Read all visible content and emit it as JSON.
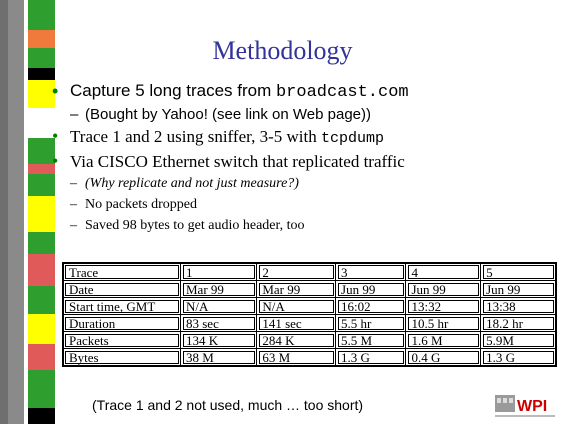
{
  "slide": {
    "title": "Methodology",
    "bullets": {
      "capture_prefix": "Capture 5 long traces from ",
      "capture_site": "broadcast.com",
      "capture_sub": "(Bought by Yahoo! (see link on Web page))",
      "trace_tools_prefix": "Trace 1 and 2 using sniffer, 3-5 with ",
      "trace_tools_tool": "tcpdump",
      "switch": "Via CISCO Ethernet switch that replicated traffic",
      "switch_subs": [
        "(Why replicate and not just measure?)",
        "No packets dropped",
        "Saved 98 bytes to get audio header, too"
      ]
    },
    "table": {
      "rows": [
        [
          "Trace",
          "1",
          "2",
          "3",
          "4",
          "5"
        ],
        [
          "Date",
          "Mar 99",
          "Mar 99",
          "Jun 99",
          "Jun 99",
          "Jun  99"
        ],
        [
          "Start time, GMT",
          "N/A",
          "N/A",
          "16:02",
          "13:32",
          "13:38"
        ],
        [
          "Duration",
          "83 sec",
          "141 sec",
          "5.5 hr",
          "10.5 hr",
          "18.2 hr"
        ],
        [
          "Packets",
          "134 K",
          "284 K",
          "5.5 M",
          "1.6 M",
          "5.9M"
        ],
        [
          "Bytes",
          "38 M",
          "63 M",
          "1.3 G",
          "0.4 G",
          "1.3 G"
        ]
      ]
    },
    "footer": "(Trace 1 and 2 not used, much … too short)",
    "logo_text": "WPI"
  },
  "colors": {
    "title": "#333399",
    "bullet": "#008000",
    "strip_green": "#2e9e2e",
    "strip_yellow": "#ffff00",
    "strip_red": "#e05a5a",
    "strip_orange": "#f07a3c",
    "logo_red": "#cc0000"
  }
}
